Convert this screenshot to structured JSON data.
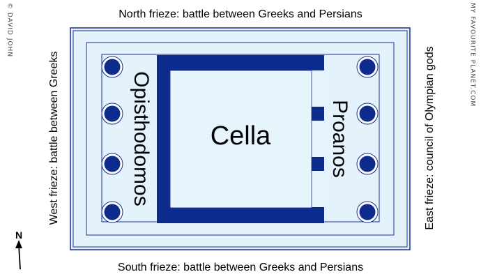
{
  "plan": {
    "north_frieze": "North frieze: battle between Greeks and Persians",
    "south_frieze": "South frieze: battle between Greeks and Persians",
    "west_frieze": "West frieze: battle between Greeks",
    "east_frieze": "East frieze: council of Olympian gods",
    "cella": "Cella",
    "opisthodomos": "Opisthodomos",
    "proanos": "Proanos",
    "compass": "N",
    "credit_left": "© DAVID JOHN",
    "credit_right": "MY FAVOURITE PLANET.COM"
  },
  "colors": {
    "outer_fill": "#e4f3fb",
    "outer_border": "#1a2f8c",
    "inner_fill": "#cfe8f6",
    "cella_fill": "#e6f4fc",
    "wall": "#0d2b8c",
    "column": "#0d2b8c"
  }
}
